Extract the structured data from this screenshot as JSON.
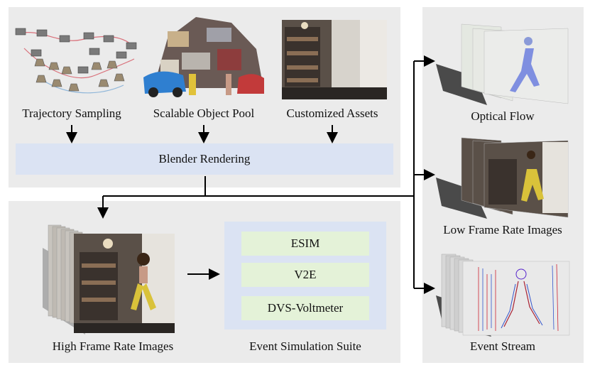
{
  "top_panel": {
    "captions": {
      "trajectory": "Trajectory Sampling",
      "object_pool": "Scalable Object Pool",
      "assets": "Customized Assets"
    },
    "rendering": "Blender Rendering"
  },
  "bottom_panel": {
    "high_fps": "High Frame Rate Images",
    "suite_title": "Event Simulation Suite",
    "simulators": [
      "ESIM",
      "V2E",
      "DVS-Voltmeter"
    ]
  },
  "outputs": {
    "optical_flow": "Optical Flow",
    "low_fps": "Low Frame Rate Images",
    "event_stream": "Event Stream"
  }
}
